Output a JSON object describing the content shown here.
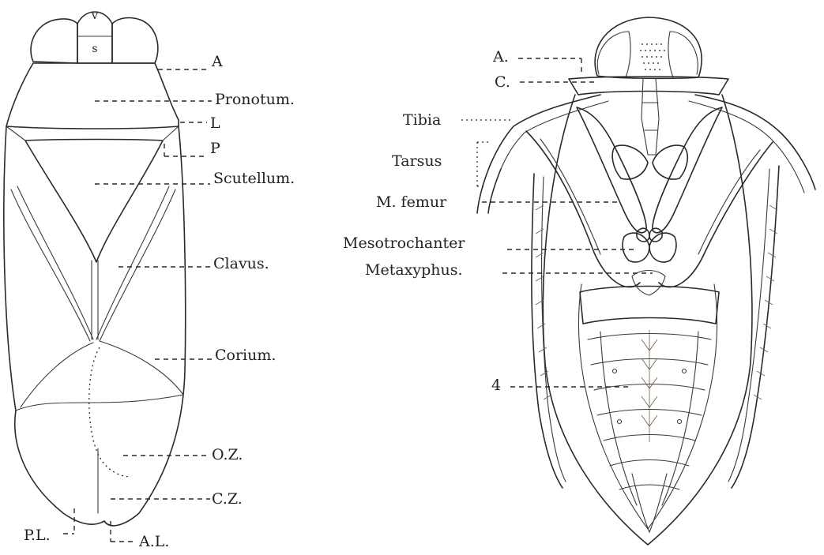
{
  "left_figure": {
    "head_letters": {
      "v": "v",
      "s": "s"
    },
    "labels": {
      "A": "A",
      "pronotum": "Pronotum.",
      "L": "L",
      "P": "P",
      "scutellum": "Scutellum.",
      "clavus": "Clavus.",
      "corium": "Corium.",
      "oz": "O.Z.",
      "cz": "C.Z.",
      "pl": "P.L.",
      "al": "A.L."
    }
  },
  "right_figure": {
    "labels": {
      "A": "A.",
      "C": "C.",
      "tibia": "Tibia",
      "tarsus": "Tarsus",
      "m_femur": "M. femur",
      "mesotrochanter": "Mesotrochanter",
      "metaxyphus": "Metaxyphus.",
      "four": "4"
    }
  }
}
